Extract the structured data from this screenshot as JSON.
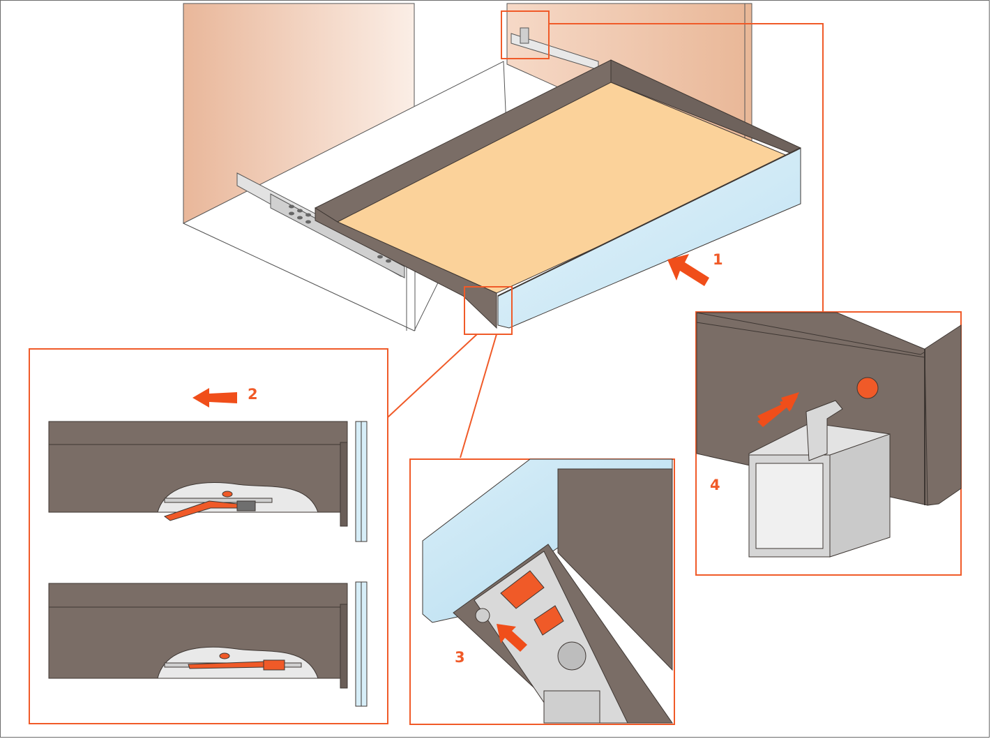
{
  "steps": [
    {
      "label": "1"
    },
    {
      "label": "2"
    },
    {
      "label": "3"
    },
    {
      "label": "4"
    }
  ],
  "colors": {
    "accent": "#f05a28",
    "arrow": "#f04e1a",
    "drawer": "#7a6d66",
    "drawer_dark": "#5e534d",
    "bottom": "#fbd29a",
    "cabinet": "#efc3a4",
    "front_panel": "#cfeaf6",
    "rail": "#dcdcdc",
    "clip": "#f05a28"
  }
}
